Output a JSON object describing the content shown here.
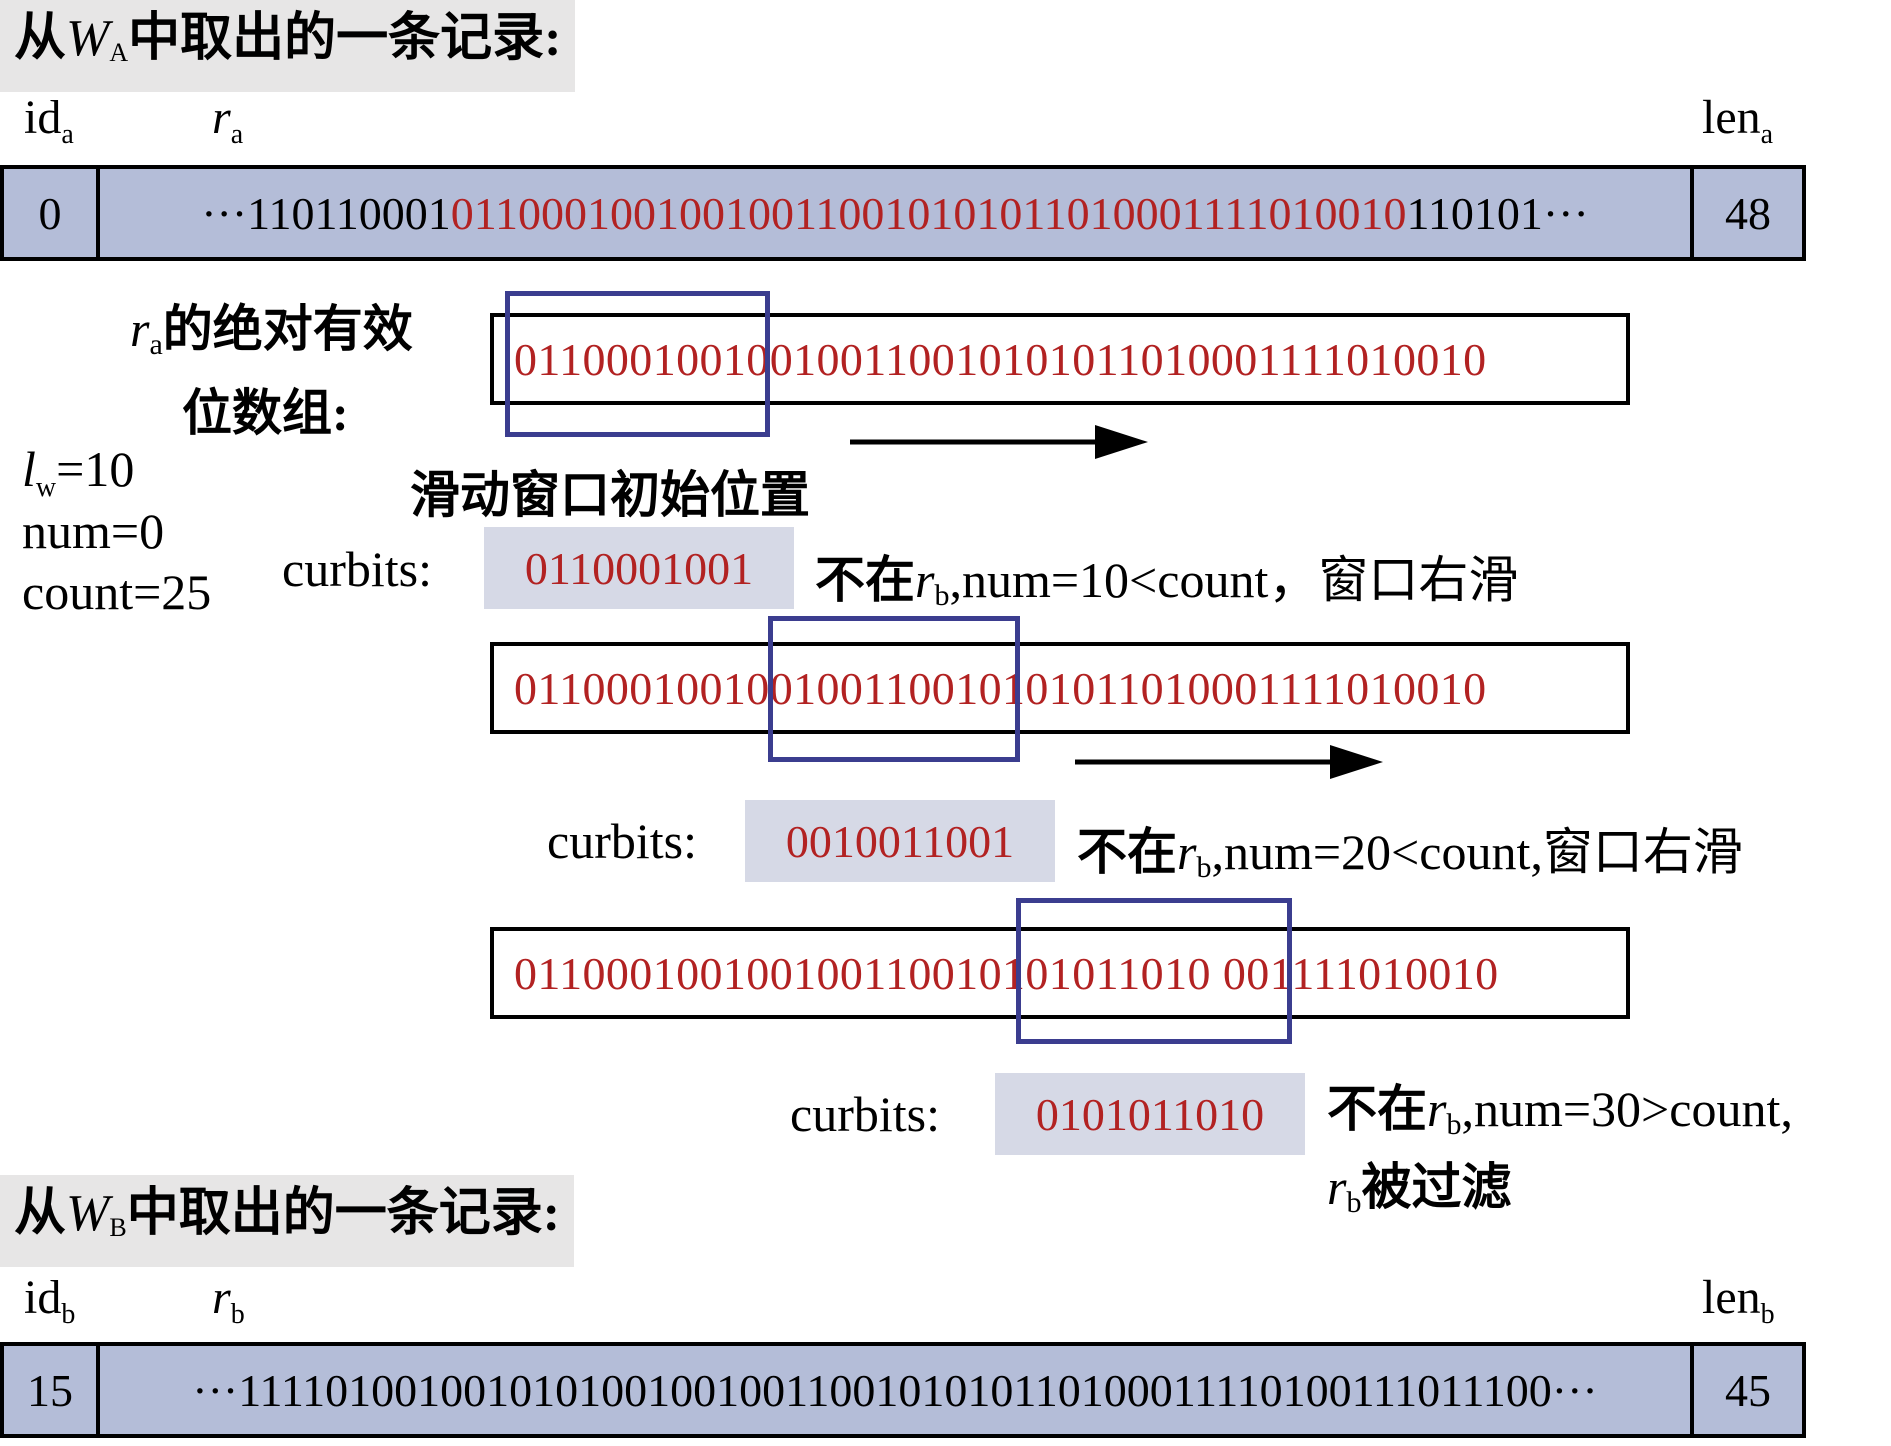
{
  "record_a": {
    "heading_prefix": "从",
    "heading_var": "W",
    "heading_sub": "A",
    "heading_suffix": "中取出的一条记录:",
    "id_label": "id",
    "id_sub": "a",
    "r_label": "r",
    "r_sub": "a",
    "len_label": "len",
    "len_sub": "a",
    "id_value": "0",
    "bits_prefix": "···110110001",
    "bits_highlight": "011000100100100110010101011010001111010010",
    "bits_suffix": "110101···",
    "len_value": "48"
  },
  "absolute_array_label": {
    "var": "r",
    "sub": "a",
    "line1_rest": "的绝对有效",
    "line2": "位数组:"
  },
  "params": {
    "lw_var": "l",
    "lw_sub": "w",
    "lw_rest": "=10",
    "num": "num=0",
    "count": "count=25"
  },
  "window_caption": "滑动窗口初始位置",
  "strips": [
    {
      "bits_a": "0110001001",
      "bits_b": "00100110010101011010001111010010"
    },
    {
      "bits_a": "0110001001",
      "bits_b": "0010011001",
      "bits_c": "0101011010001111010010"
    },
    {
      "bits_a": "01100010010010011001",
      "bits_b": "0101011010",
      "bits_c": "001111010010"
    }
  ],
  "steps": [
    {
      "curbits_label": "curbits:",
      "curbits_value": "0110001001",
      "note_pre": "不在",
      "note_var": "r",
      "note_sub": "b",
      "note_rest": ",num=10<count，窗口右滑"
    },
    {
      "curbits_label": "curbits:",
      "curbits_value": "0010011001",
      "note_pre": "不在",
      "note_var": "r",
      "note_sub": "b",
      "note_rest": ",num=20<count,窗口右滑"
    },
    {
      "curbits_label": "curbits:",
      "curbits_value": "0101011010",
      "note_pre": "不在",
      "note_var": "r",
      "note_sub": "b",
      "note_rest": ",num=30>count,",
      "note_line2_var": "r",
      "note_line2_sub": "b",
      "note_line2_rest": "被过滤"
    }
  ],
  "record_b": {
    "heading_prefix": "从",
    "heading_var": "W",
    "heading_sub": "B",
    "heading_suffix": "中取出的一条记录:",
    "id_label": "id",
    "id_sub": "b",
    "r_label": "r",
    "r_sub": "b",
    "len_label": "len",
    "len_sub": "b",
    "id_value": "15",
    "bits": "···1111010010010101001001001100101010110100011110100111011100···",
    "len_value": "45"
  },
  "colors": {
    "record_fill": "#b4bdd8",
    "heading_fill": "#e7e6e6",
    "curbits_fill": "#d6d9e6",
    "bit_red": "#b22222",
    "window_blue": "#3b3d8f"
  }
}
